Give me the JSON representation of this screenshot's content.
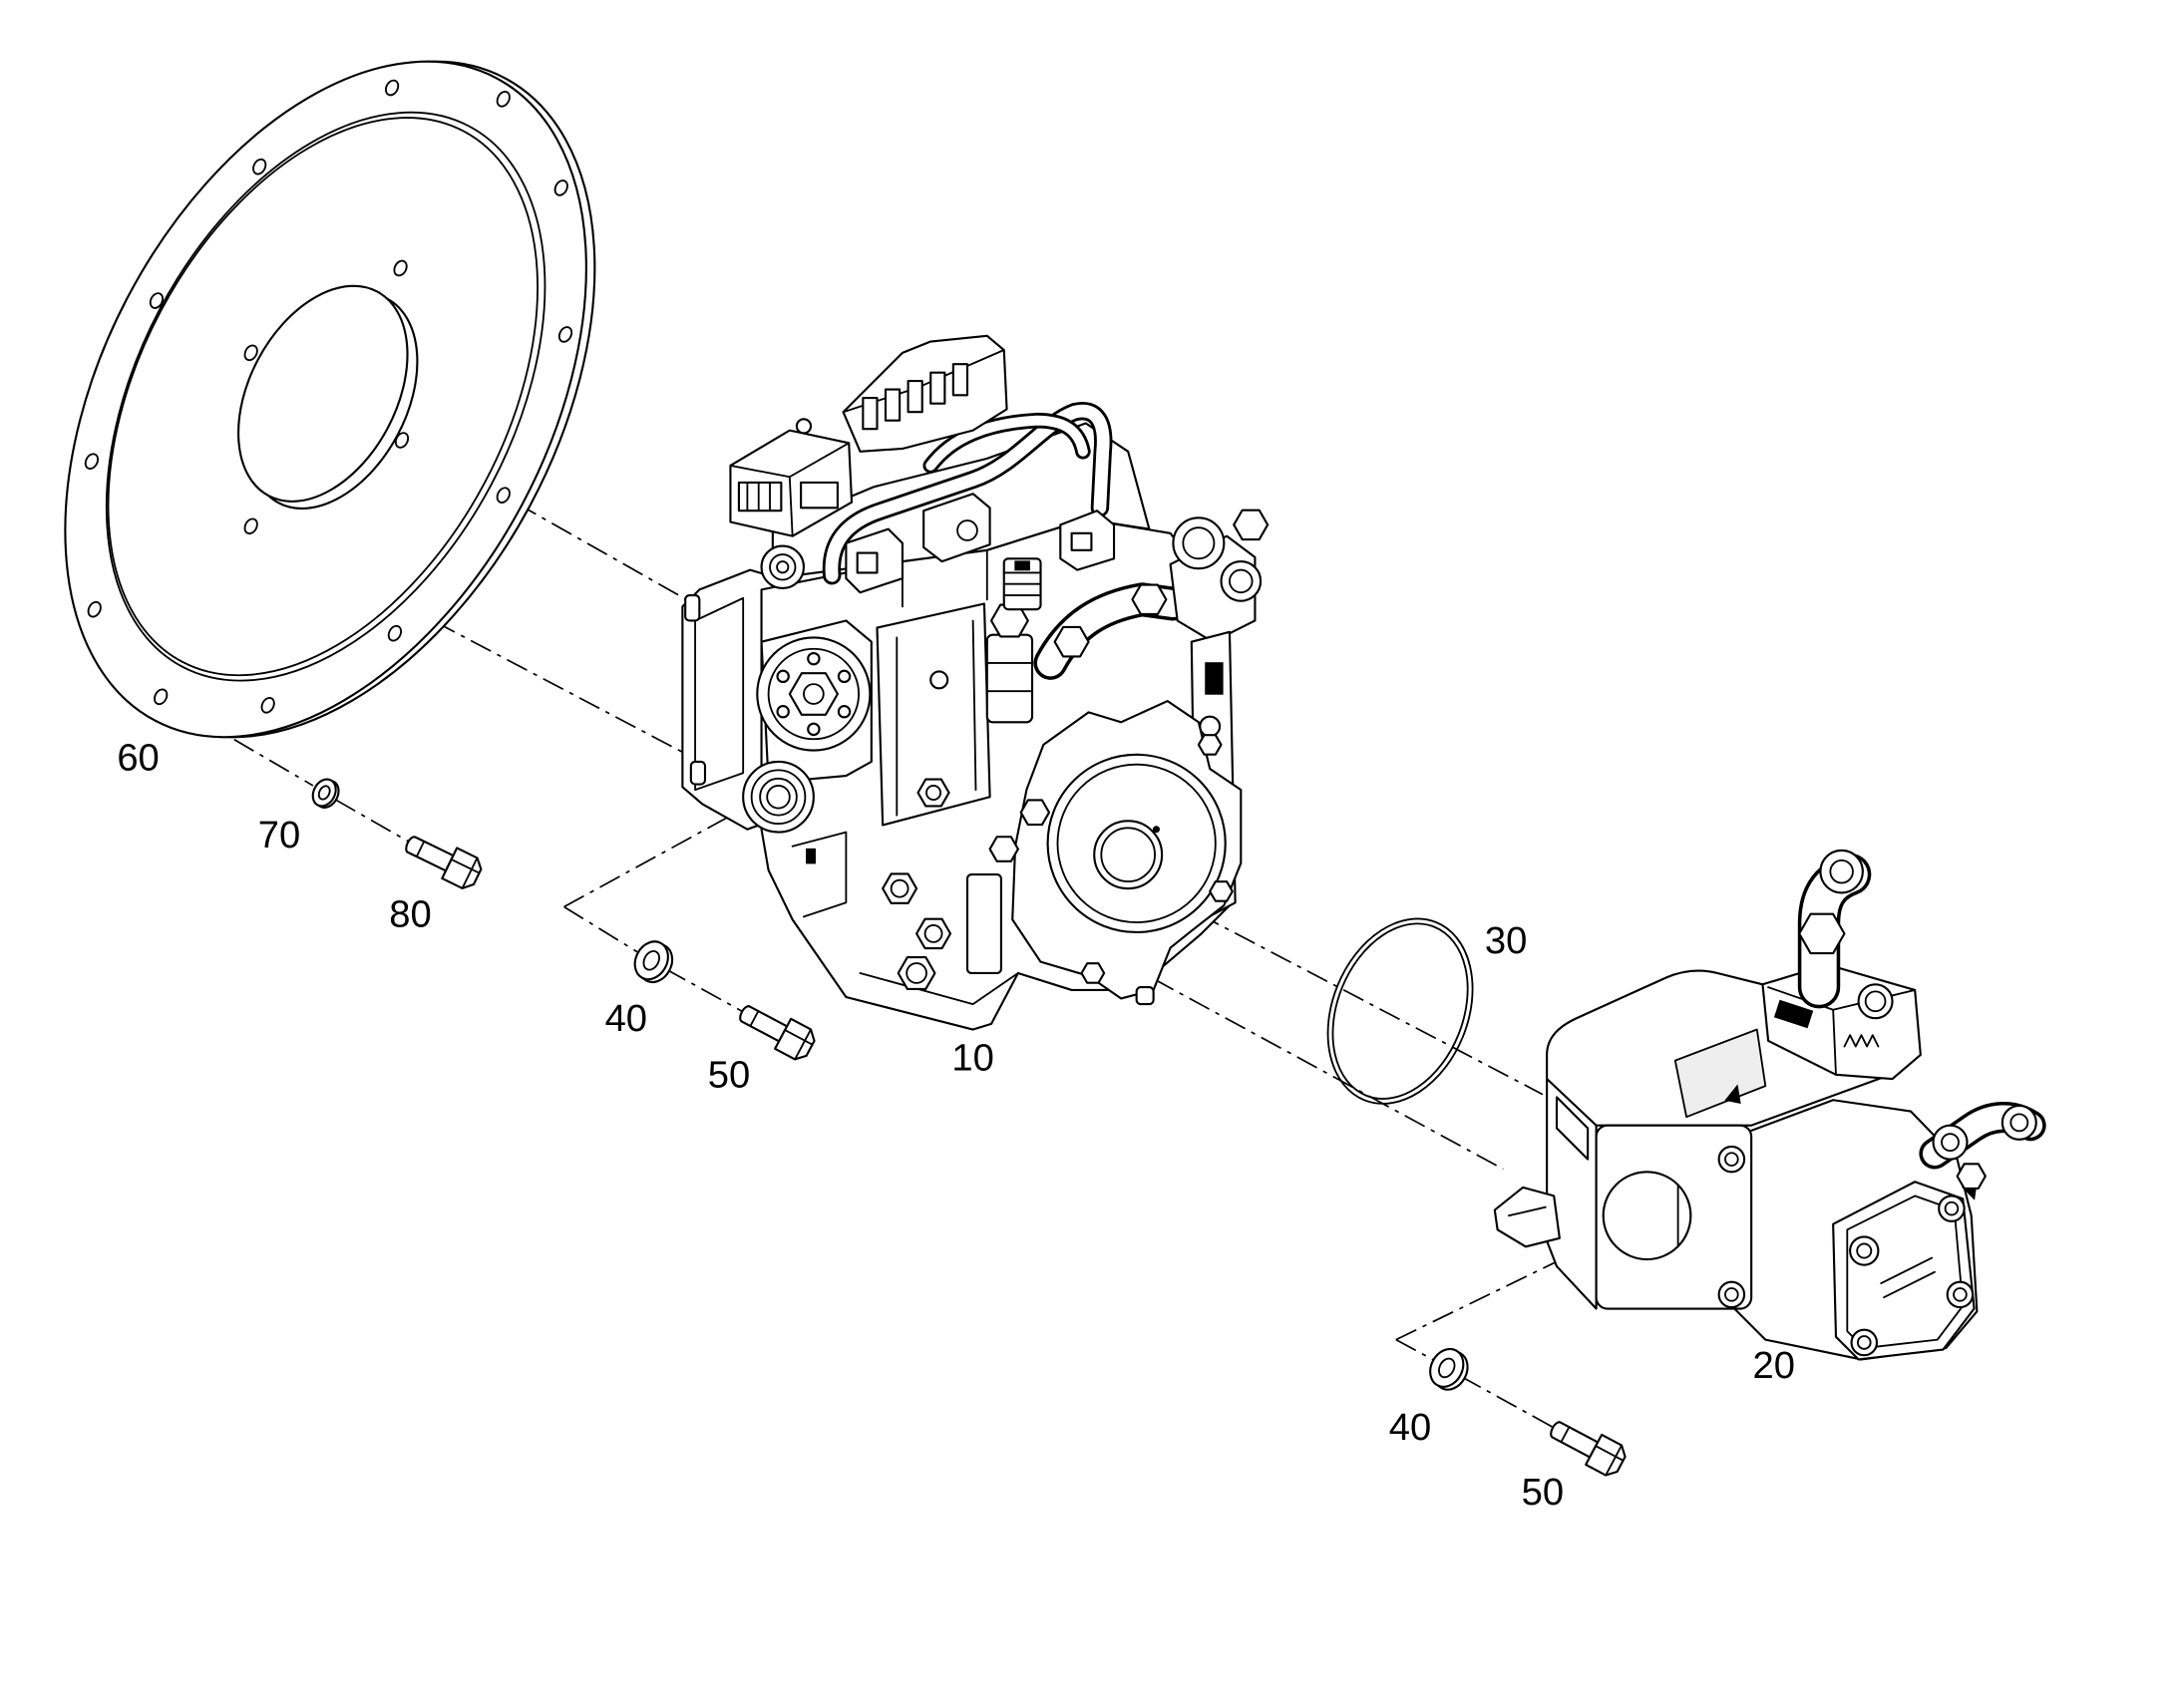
{
  "diagram": {
    "callouts": [
      "60",
      "70",
      "80",
      "40",
      "50",
      "10",
      "30",
      "40",
      "50",
      "20"
    ]
  },
  "colors": {
    "line": "#000000",
    "background": "#ffffff"
  }
}
